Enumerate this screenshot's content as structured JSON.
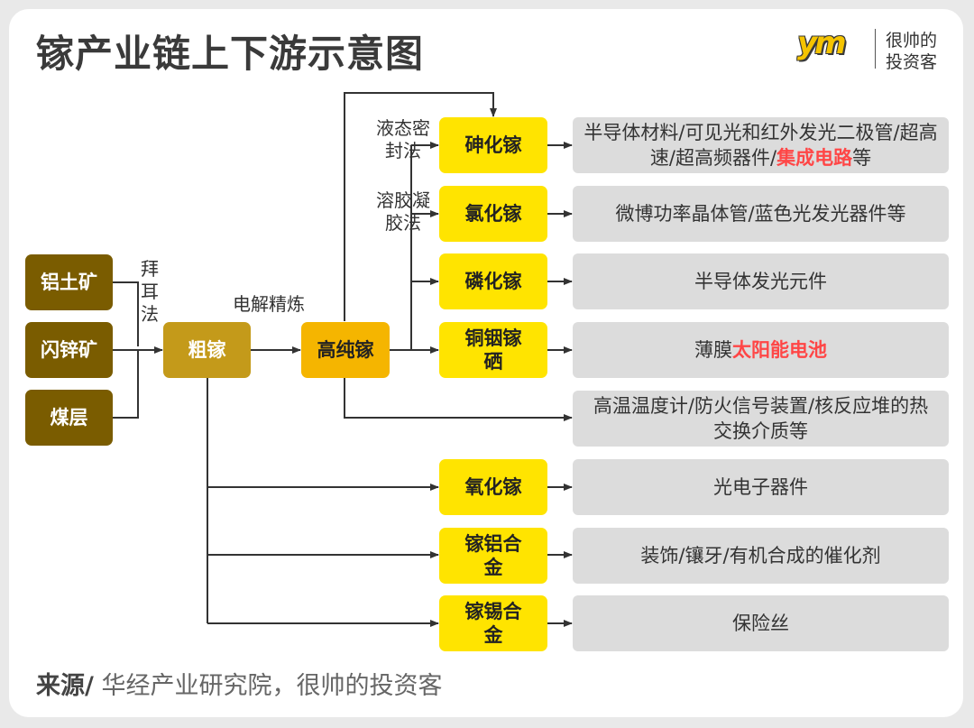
{
  "title": "镓产业链上下游示意图",
  "brand": {
    "logo_text": "ym",
    "line1": "很帅的",
    "line2": "投资客"
  },
  "sources": [
    "铝土矿",
    "闪锌矿",
    "煤层"
  ],
  "process_bayer": "拜耳法",
  "crude": "粗镓",
  "process_electrolysis": "电解精炼",
  "high_purity": "高纯镓",
  "process_liquid_seal": "液态密封法",
  "process_sol_gel": "溶胶凝胶法",
  "products": {
    "gaas": "砷化镓",
    "gan": "氯化镓",
    "gap": "磷化镓",
    "cigs": "铜铟镓硒",
    "ga2o3": "氧化镓",
    "gaal": "镓铝合金",
    "gasn": "镓锡合金"
  },
  "apps": {
    "gaas_a": "半导体材料/可见光和红外发光二极管/超高速/超高频器件/",
    "gaas_hl": "集成电路",
    "gaas_b": "等",
    "gan": "微博功率晶体管/蓝色光发光器件等",
    "gap": "半导体发光元件",
    "cigs_a": "薄膜",
    "cigs_hl": "太阳能电池",
    "hp_direct": "高温温度计/防火信号装置/核反应堆的热交换介质等",
    "ga2o3": "光电子器件",
    "gaal": "装饰/镶牙/有机合成的催化剂",
    "gasn": "保险丝"
  },
  "source_label": "来源/",
  "source_text": " 华经产业研究院，很帅的投资客",
  "colors": {
    "ore": "#7a5c00",
    "crude": "#c49a1a",
    "high_purity": "#f5b500",
    "product": "#ffe400",
    "app_box": "#dcdcdc",
    "highlight": "#ff4646",
    "line": "#333333"
  }
}
